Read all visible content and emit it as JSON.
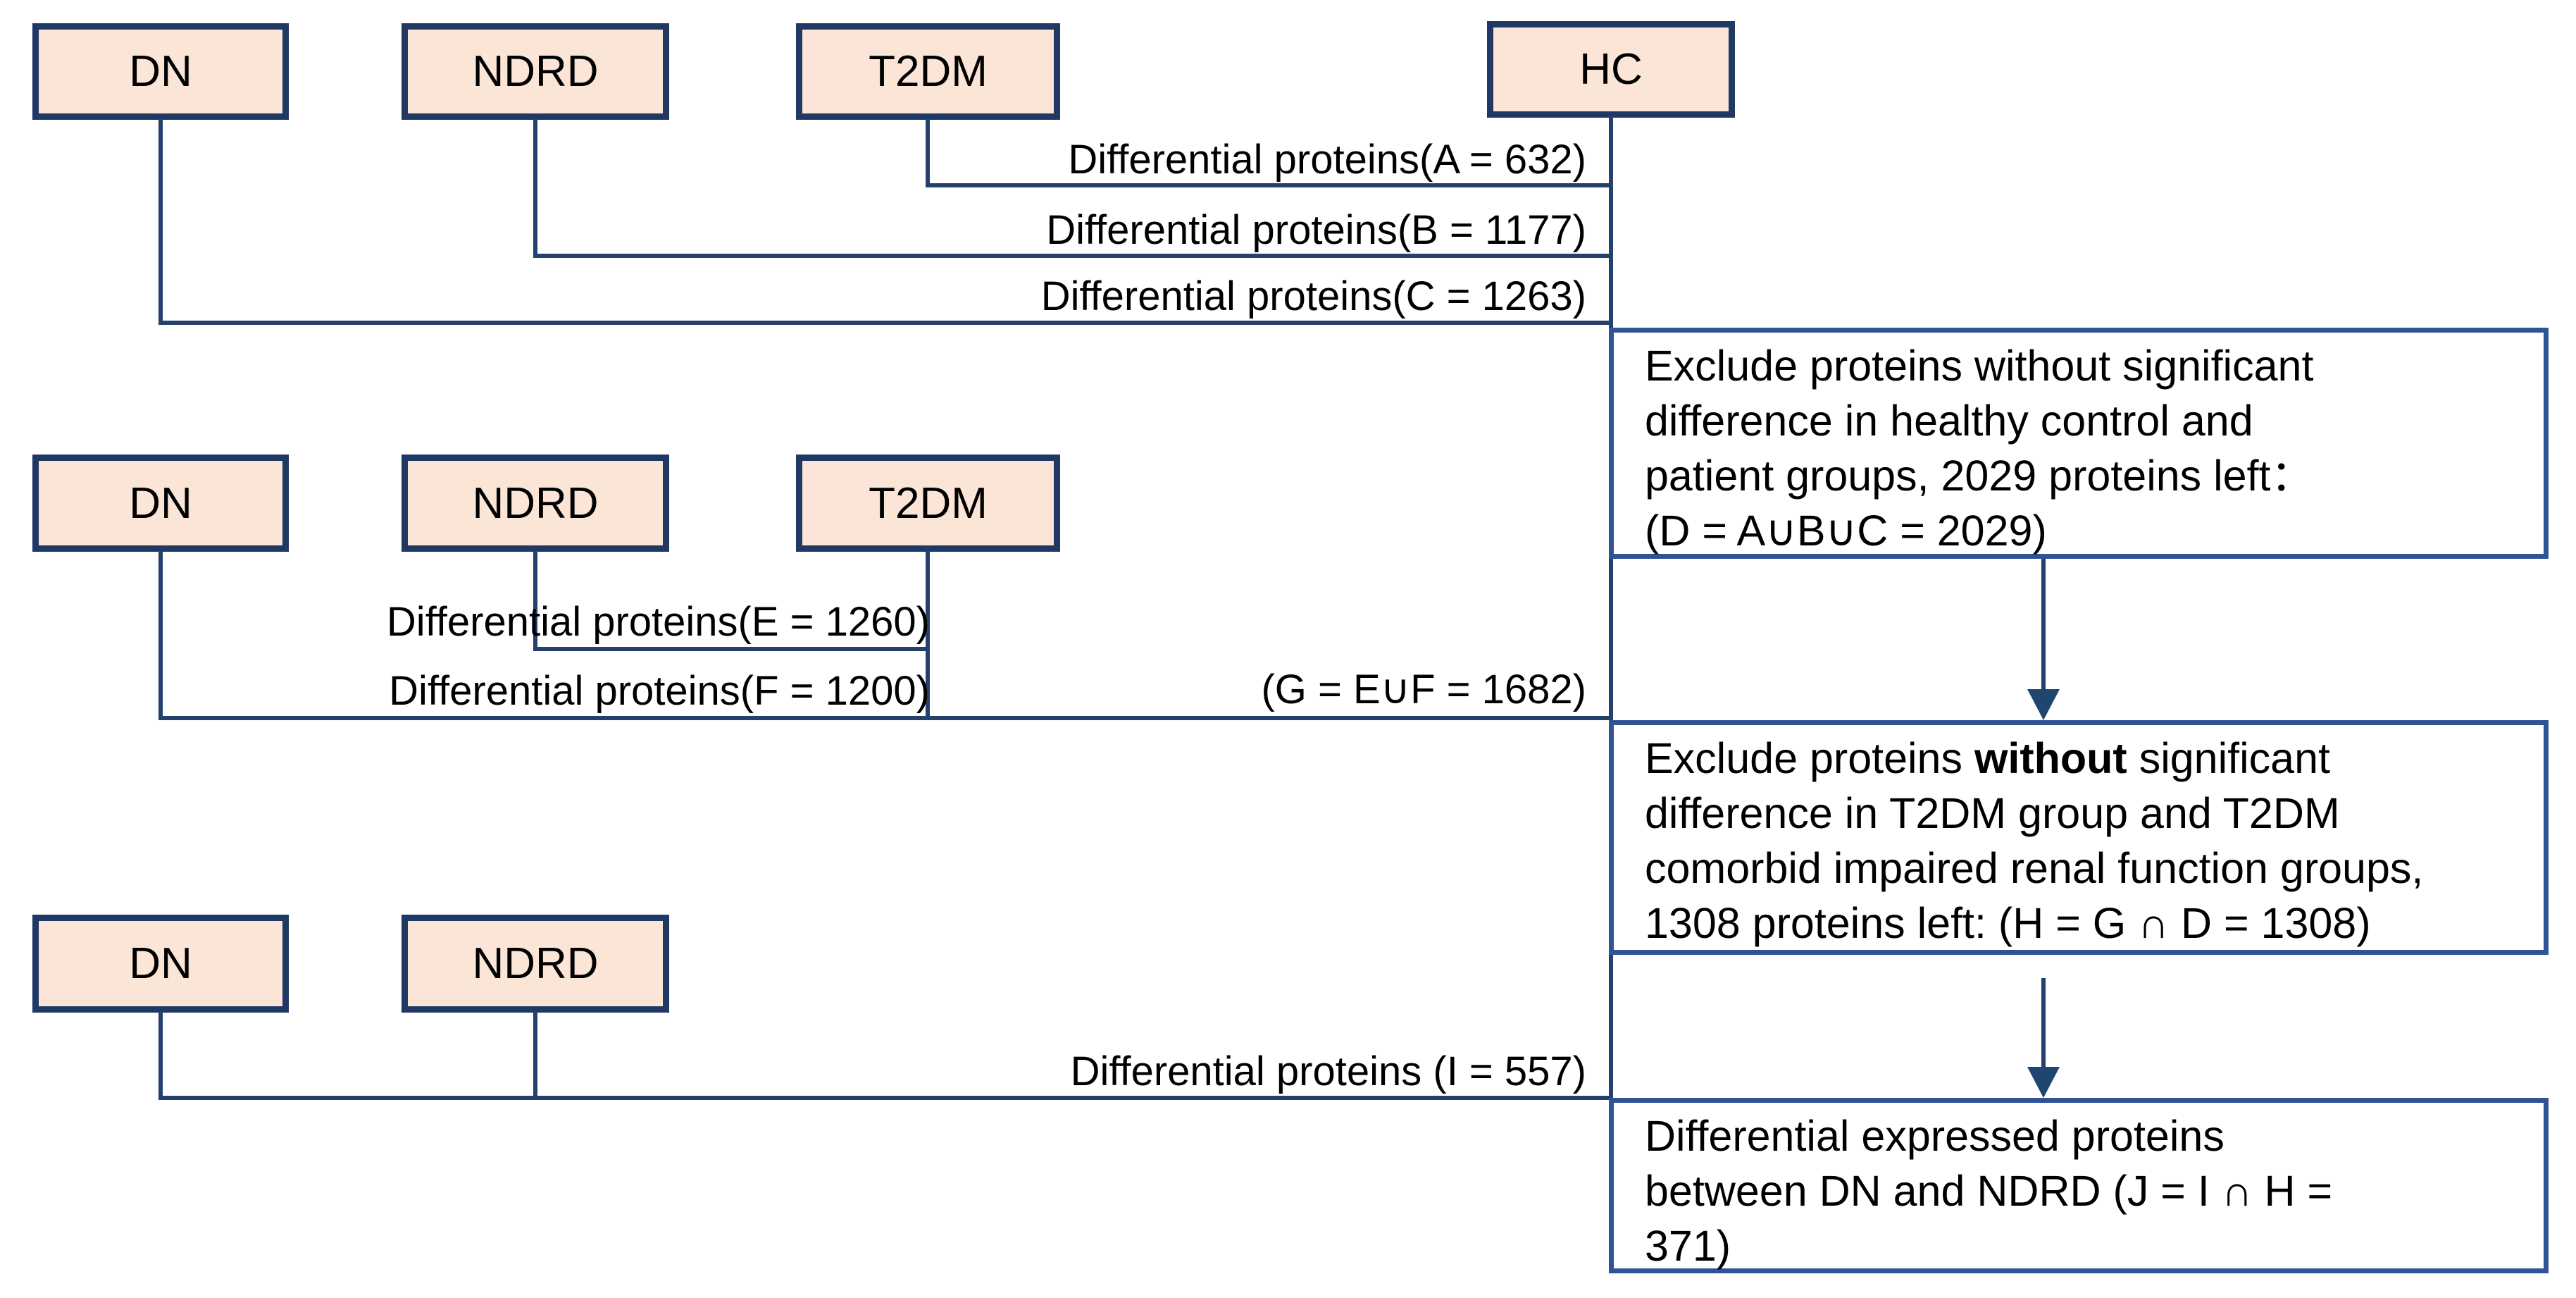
{
  "colors": {
    "group_box_fill": "#fbe5d6",
    "group_box_border": "#1f3864",
    "process_box_border": "#2f5496",
    "connector_line": "#24416e",
    "arrow": "#1f4571",
    "text": "#000000",
    "background": "#ffffff"
  },
  "group_boxes": {
    "dn1": "DN",
    "ndrd1": "NDRD",
    "t2dm1": "T2DM",
    "hc": "HC",
    "dn2": "DN",
    "ndrd2": "NDRD",
    "t2dm2": "T2DM",
    "dn3": "DN",
    "ndrd3": "NDRD"
  },
  "edge_labels": {
    "a": "Differential proteins(A = 632)",
    "b": "Differential proteins(B = 1177)",
    "c": "Differential proteins(C = 1263)",
    "e": "Differential proteins(E = 1260)",
    "f": "Differential proteins(F = 1200)",
    "g": "(G = E∪F = 1682)",
    "i": "Differential proteins (I = 557)"
  },
  "process_boxes": {
    "d": {
      "lines": [
        "Exclude proteins without significant",
        "difference in healthy control and",
        "patient groups, 2029 proteins left：",
        "(D = A∪B∪C = 2029)"
      ]
    },
    "h": {
      "line1_pre": "Exclude proteins ",
      "line1_bold": "without",
      "line1_post": " significant",
      "lines": [
        "difference in T2DM group and T2DM",
        "comorbid impaired renal function groups,",
        "1308 proteins left: (H = G ∩ D = 1308)"
      ]
    },
    "j": {
      "lines": [
        "Differential expressed proteins",
        "between DN and NDRD (J = I ∩ H =",
        "371)"
      ]
    }
  }
}
